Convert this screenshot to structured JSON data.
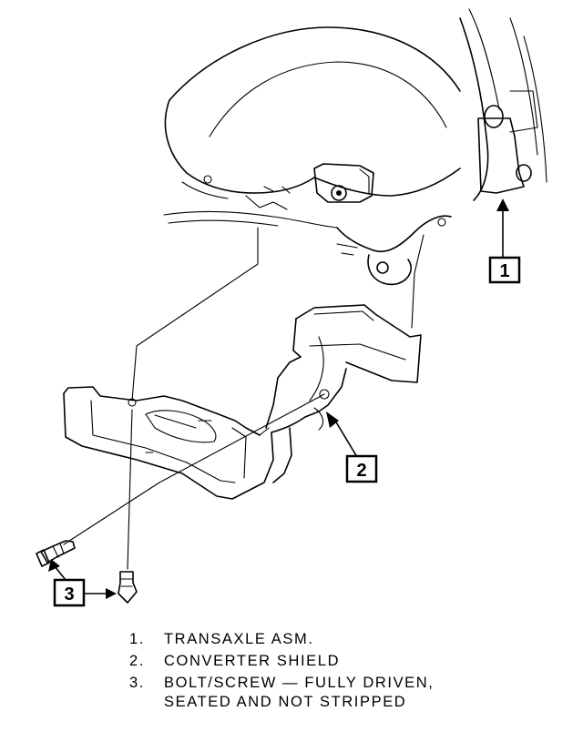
{
  "callouts": [
    {
      "id": 1,
      "label": "1"
    },
    {
      "id": 2,
      "label": "2"
    },
    {
      "id": 3,
      "label": "3"
    }
  ],
  "legend": [
    {
      "number": "1.",
      "text": "TRANSAXLE ASM."
    },
    {
      "number": "2.",
      "text": "CONVERTER SHIELD"
    },
    {
      "number": "3.",
      "text": "BOLT/SCREW — FULLY DRIVEN, SEATED AND NOT STRIPPED"
    }
  ]
}
